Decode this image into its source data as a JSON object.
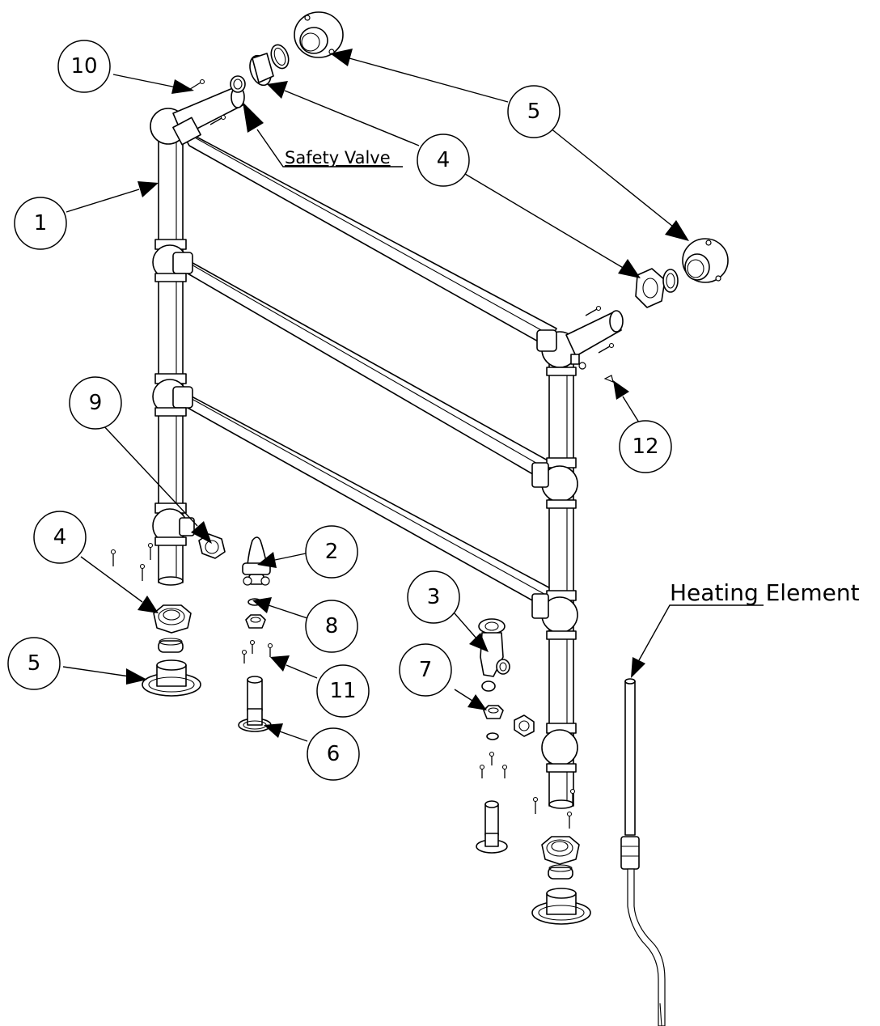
{
  "labels": {
    "safety_valve": "Safety Valve",
    "heating_element": "Heating Element"
  },
  "balloons": [
    {
      "id": "b10",
      "text": "10"
    },
    {
      "id": "b5a",
      "text": "5"
    },
    {
      "id": "b4a",
      "text": "4"
    },
    {
      "id": "b1",
      "text": "1"
    },
    {
      "id": "b9",
      "text": "9"
    },
    {
      "id": "b12",
      "text": "12"
    },
    {
      "id": "b4b",
      "text": "4"
    },
    {
      "id": "b2",
      "text": "2"
    },
    {
      "id": "b8",
      "text": "8"
    },
    {
      "id": "b5b",
      "text": "5"
    },
    {
      "id": "b11",
      "text": "11"
    },
    {
      "id": "b6",
      "text": "6"
    },
    {
      "id": "b3",
      "text": "3"
    },
    {
      "id": "b7",
      "text": "7"
    }
  ]
}
